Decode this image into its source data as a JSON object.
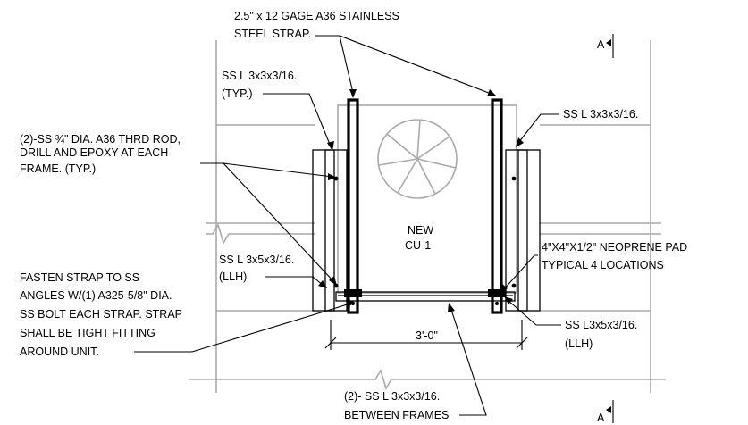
{
  "title": "",
  "notes": {
    "strap_1": "2.5\" x 12 GAGE A36 STAINLESS",
    "strap_2": "STEEL STRAP.",
    "angle_left_1": "SS  L 3x3x3/16.",
    "angle_left_2": "(TYP.)",
    "rod_1": "(2)-SS ¾\" DIA. A36 THRD ROD,",
    "rod_2": "DRILL AND EPOXY AT EACH",
    "rod_3": "FRAME. (TYP.)",
    "angle_right": "SS L 3x3x3/16.",
    "angle_llh_left_1": "SS  L 3x5x3/16.",
    "angle_llh_left_2": "(LLH)",
    "pad_1": "4\"X4\"X1/2\" NEOPRENE PAD",
    "pad_2": "TYPICAL 4 LOCATIONS",
    "fasten_1": "FASTEN STRAP TO SS",
    "fasten_2": "ANGLES  W/(1) A325-5/8\" DIA.",
    "fasten_3": "SS BOLT EACH STRAP. STRAP",
    "fasten_4": "SHALL BE TIGHT FITTING",
    "fasten_5": "AROUND UNIT.",
    "angle_llh_right_1": "SS L3x5x3/16.",
    "angle_llh_right_2": "(LLH)",
    "between_1": "(2)- SS L 3x3x3/16.",
    "between_2": "BETWEEN FRAMES"
  },
  "unit": {
    "label_1": "NEW",
    "label_2": "CU-1"
  },
  "dimension": {
    "width": "3'-0\""
  },
  "section_marks": {
    "top": "A",
    "bottom": "A"
  }
}
